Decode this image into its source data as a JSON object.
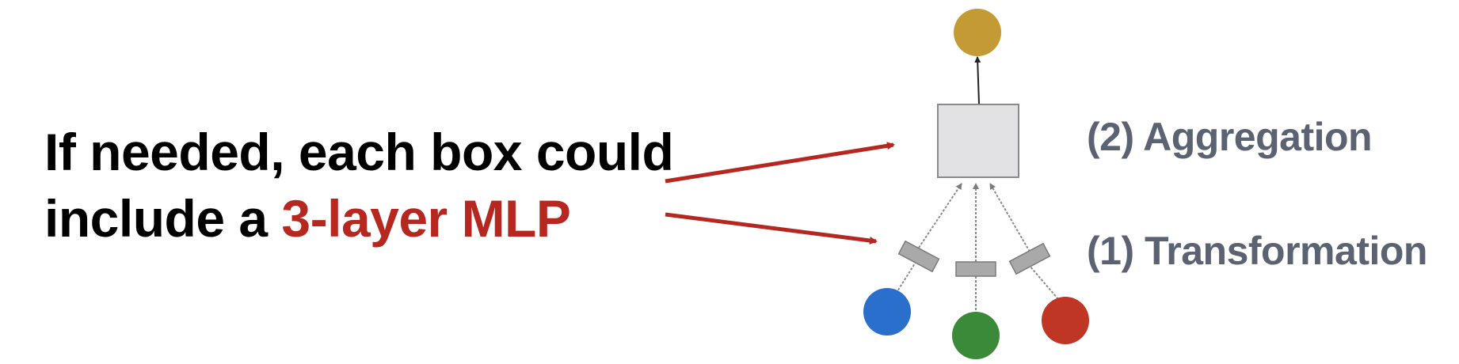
{
  "annotation": {
    "line1": "If needed, each box could",
    "line2_prefix": "include a ",
    "line2_highlight": "3-layer MLP"
  },
  "stages": {
    "aggregation": "(2) Aggregation",
    "transformation": "(1) Transformation"
  },
  "colors": {
    "accent_red": "#b5271f",
    "label_gray": "#5b6272",
    "output_node": "#c49a35",
    "input_node_blue": "#2a6fcb",
    "input_node_green": "#3a8a3a",
    "input_node_red": "#c03624",
    "aggregation_box": "#e2e2e4",
    "transform_box": "#a9a9a9"
  }
}
